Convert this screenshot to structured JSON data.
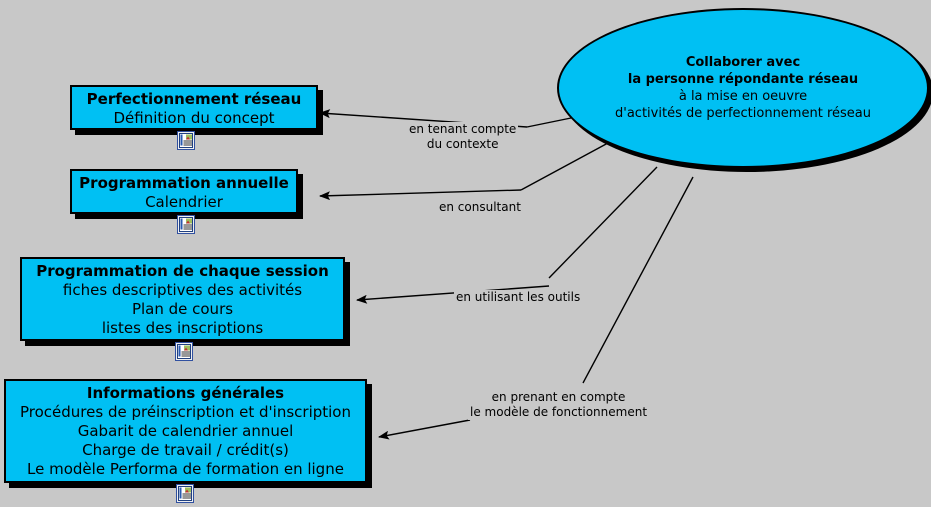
{
  "diagram": {
    "title": "Collaborer avec la personne répondante réseau",
    "background_color": "#c8c8c8",
    "node_fill_color": "#00c0f3",
    "node_border_color": "#000000"
  },
  "central_node": {
    "name": "collaborer-ellipse",
    "shape": "ellipse",
    "lines": [
      {
        "text": "Collaborer avec",
        "bold": true
      },
      {
        "text": "la personne répondante réseau",
        "bold": true
      },
      {
        "text": "à la mise en oeuvre",
        "bold": false
      },
      {
        "text": "d'activités de perfectionnement réseau",
        "bold": false
      }
    ]
  },
  "nodes": [
    {
      "id": "perfectionnement-reseau",
      "title": "Perfectionnement réseau",
      "lines": [
        "Définition du concept"
      ],
      "icon": "document-icon"
    },
    {
      "id": "programmation-annuelle",
      "title": "Programmation annuelle",
      "lines": [
        "Calendrier"
      ],
      "icon": "document-icon"
    },
    {
      "id": "programmation-session",
      "title": "Programmation de chaque session",
      "lines": [
        "fiches descriptives des activités",
        "Plan de cours",
        "listes des inscriptions"
      ],
      "icon": "document-icon"
    },
    {
      "id": "informations-generales",
      "title": "Informations générales",
      "lines": [
        "Procédures de préinscription et d'inscription",
        "Gabarit de calendrier annuel",
        "Charge de travail / crédit(s)",
        "Le modèle Performa de formation en ligne"
      ],
      "icon": "document-icon"
    }
  ],
  "edge_labels": [
    {
      "id": "en-tenant-compte",
      "lines": [
        "en tenant compte",
        "du contexte"
      ],
      "target": "perfectionnement-reseau"
    },
    {
      "id": "en-consultant",
      "lines": [
        "en consultant"
      ],
      "target": "programmation-annuelle"
    },
    {
      "id": "en-utilisant-les-outils",
      "lines": [
        "en utilisant les outils"
      ],
      "target": "programmation-session"
    },
    {
      "id": "en-prenant-en-compte",
      "lines": [
        "en prenant en compte",
        "le modèle de fonctionnement"
      ],
      "target": "informations-generales"
    }
  ]
}
